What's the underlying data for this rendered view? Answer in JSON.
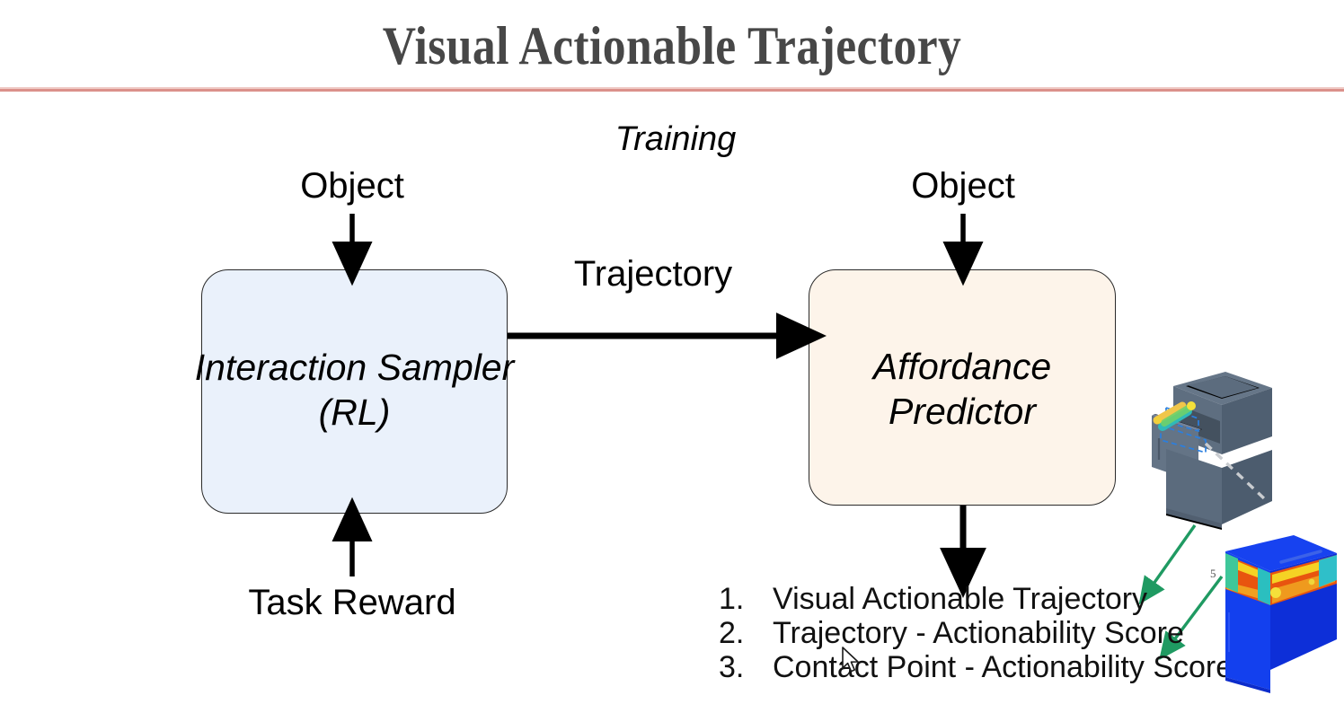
{
  "slide": {
    "title": "Visual Actionable Trajectory",
    "rule_color": "#d98b85",
    "page_number": "5"
  },
  "diagram": {
    "phase_label": "Training",
    "inputs": {
      "object_left": "Object",
      "object_right": "Object",
      "task_reward": "Task Reward"
    },
    "edges": {
      "trajectory": "Trajectory"
    },
    "boxes": [
      {
        "name": "interaction-sampler",
        "line1": "Interaction Sampler",
        "line2": "(RL)",
        "fill": "#eaf1fb",
        "border": "#2a2a2a"
      },
      {
        "name": "affordance-predictor",
        "line1": "Affordance",
        "line2": "Predictor",
        "fill": "#fdf4ea",
        "border": "#2a2a2a"
      }
    ],
    "outputs": [
      {
        "num": "1.",
        "text": "Visual Actionable Trajectory"
      },
      {
        "num": "2.",
        "text": "Trajectory - Actionability Score"
      },
      {
        "num": "3.",
        "text": "Contact Point - Actionability Score"
      }
    ],
    "annotation_arrow_color": "#1f9a62"
  },
  "renders": {
    "cabinet": {
      "name": "gray-cabinet-with-trajectory",
      "body_color": "#5b6b7d",
      "trajectory_colors": [
        "#2fb9b9",
        "#6fd06a",
        "#f2e04a",
        "#f0a63c"
      ],
      "marker_color": "#f5e03a",
      "dashed_color": "#2a7fe0"
    },
    "heatmap": {
      "name": "blue-pointcloud-affordance-heatmap",
      "body_color": "#1033e8",
      "hot_colors": [
        "#e23a12",
        "#f08020",
        "#f5d224",
        "#49c07a",
        "#19c6d0"
      ],
      "marker_color": "#f5e03a"
    }
  }
}
